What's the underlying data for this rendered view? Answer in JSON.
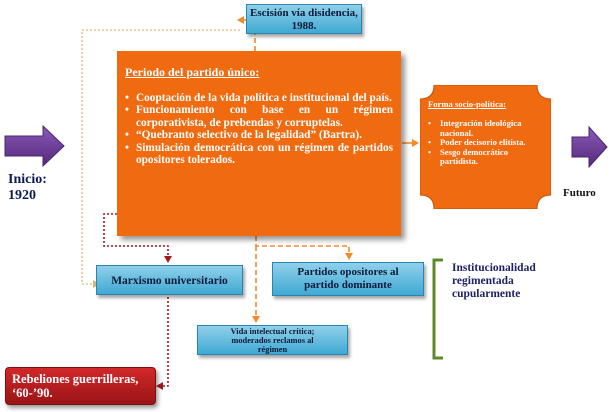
{
  "inicio": {
    "label": "Inicio:",
    "year": "1920"
  },
  "futuro": "Futuro",
  "escision": {
    "line1": "Escisión vía disidencia,",
    "line2": "1988."
  },
  "partido_unico": {
    "title": "Periodo del partido único:",
    "items": [
      "Cooptación de la vida política e institucional del país.",
      "Funcionamiento con base en un régimen corporativista, de prebendas y corruptelas.",
      "“Quebranto selectivo de la legalidad” (Bartra).",
      "Simulación democrática con un régimen de partidos opositores tolerados."
    ]
  },
  "forma": {
    "title": "Forma socio-política:",
    "items": [
      "Integración ideológica nacional.",
      "Poder decisorio elitista.",
      "Sesgo democrático partidista."
    ]
  },
  "marxismo": "Marxismo universitario",
  "partidos": {
    "line1": "Partidos opositores al",
    "line2": "partido dominante"
  },
  "vida": {
    "line1": "Vida intelectual crítica;",
    "line2": "moderados reclamos al",
    "line3": "régimen"
  },
  "institucionalidad": {
    "line1": "Institucionalidad",
    "line2": "regimentada",
    "line3": "cupularmente"
  },
  "rebeliones": {
    "line1": "Rebeliones guerrilleras,",
    "line2": "‘60-’90."
  },
  "colors": {
    "orange": "#f06a10",
    "blue": "#3fa9d3",
    "purple": "#6b3a93",
    "red": "#b21c1e",
    "green": "#5d8a2a"
  }
}
